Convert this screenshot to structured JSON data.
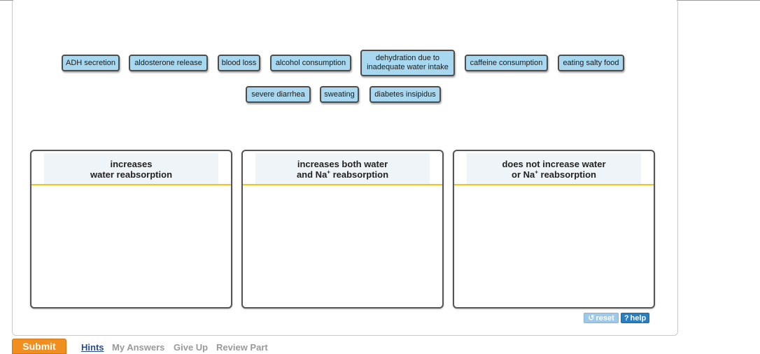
{
  "chips": [
    {
      "label": "ADH secretion"
    },
    {
      "label": "aldosterone release"
    },
    {
      "label": "blood loss"
    },
    {
      "label": "alcohol consumption"
    },
    {
      "label": "dehydration due to inadequate water intake"
    },
    {
      "label": "caffeine consumption"
    },
    {
      "label": "eating salty food"
    },
    {
      "label": "severe diarrhea"
    },
    {
      "label": "sweating"
    },
    {
      "label": "diabetes insipidus"
    }
  ],
  "bins": [
    {
      "line1": "increases",
      "line2": "water reabsorption"
    },
    {
      "line1": "increases both water",
      "line2_pre": "and Na",
      "sup": "+",
      "line2_post": " reabsorption"
    },
    {
      "line1": "does not increase water",
      "line2_pre": "or Na",
      "sup": "+",
      "line2_post": " reabsorption"
    }
  ],
  "controls": {
    "reset_label": "reset",
    "reset_icon": "↺",
    "help_label": "help",
    "help_icon": "?"
  },
  "footer": {
    "submit_label": "Submit",
    "hints_label": "Hints",
    "my_answers_label": "My Answers",
    "give_up_label": "Give Up",
    "review_part_label": "Review Part"
  }
}
